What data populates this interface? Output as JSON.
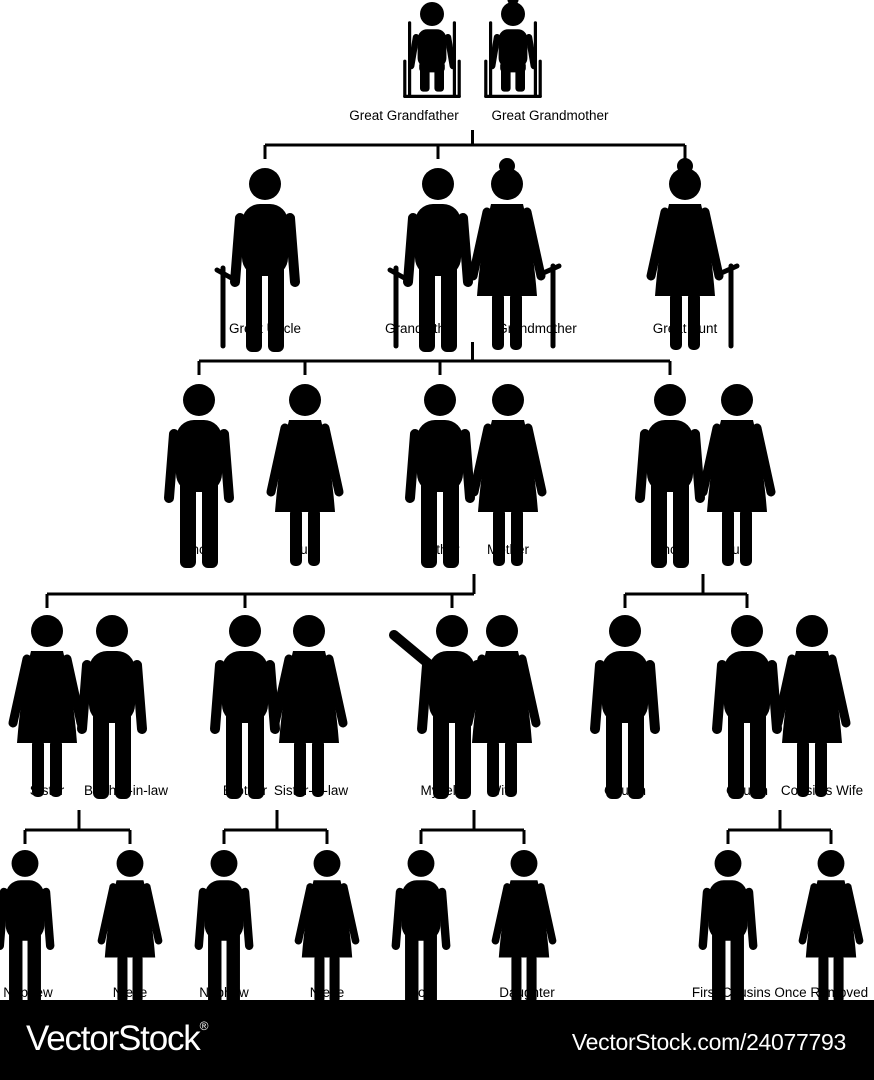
{
  "colors": {
    "figure": "#000000",
    "line": "#000000",
    "label": "#000000",
    "background": "#ffffff",
    "footer_background": "#000000",
    "footer_text": "#ffffff"
  },
  "generations": [
    {
      "name": "great-grandparents",
      "members": [
        {
          "id": "great-grandfather",
          "label": "Great Grandfather",
          "icon": "elderly-man-wheelchair-icon"
        },
        {
          "id": "great-grandmother",
          "label": "Great Grandmother",
          "icon": "elderly-woman-wheelchair-icon"
        }
      ]
    },
    {
      "name": "grandparents",
      "members": [
        {
          "id": "great-uncle",
          "label": "Great Uncle",
          "icon": "elderly-man-cane-icon"
        },
        {
          "id": "grandfather",
          "label": "Grandfather",
          "icon": "elderly-man-cane-icon"
        },
        {
          "id": "grandmother",
          "label": "Grandmother",
          "icon": "elderly-woman-cane-icon"
        },
        {
          "id": "great-aunt",
          "label": "Great Aunt",
          "icon": "elderly-woman-cane-icon"
        }
      ]
    },
    {
      "name": "parents",
      "members": [
        {
          "id": "uncle-1",
          "label": "Uncle",
          "icon": "man-icon"
        },
        {
          "id": "aunt-1",
          "label": "Aunt",
          "icon": "woman-icon"
        },
        {
          "id": "father",
          "label": "Father",
          "icon": "man-icon"
        },
        {
          "id": "mother",
          "label": "Mother",
          "icon": "woman-icon"
        },
        {
          "id": "uncle-2",
          "label": "Uncle",
          "icon": "man-icon"
        },
        {
          "id": "aunt-2",
          "label": "Aunt",
          "icon": "woman-icon"
        }
      ]
    },
    {
      "name": "siblings-and-cousins",
      "members": [
        {
          "id": "sister",
          "label": "Sister",
          "icon": "woman-icon"
        },
        {
          "id": "brother-in-law",
          "label": "Brother-in-law",
          "icon": "man-icon"
        },
        {
          "id": "brother",
          "label": "Brother",
          "icon": "man-icon"
        },
        {
          "id": "sister-in-law",
          "label": "Sister-in-law",
          "icon": "woman-icon"
        },
        {
          "id": "myself",
          "label": "Myself",
          "icon": "man-waving-icon"
        },
        {
          "id": "wife",
          "label": "Wife",
          "icon": "woman-icon"
        },
        {
          "id": "cousin-1",
          "label": "Cousin",
          "icon": "man-icon"
        },
        {
          "id": "cousin-2",
          "label": "Cousin",
          "icon": "man-icon"
        },
        {
          "id": "cousins-wife",
          "label": "Cousin’s Wife",
          "icon": "woman-icon"
        }
      ]
    },
    {
      "name": "children",
      "members": [
        {
          "id": "nephew-1",
          "label": "Nephew",
          "icon": "boy-icon"
        },
        {
          "id": "niece-1",
          "label": "Niece",
          "icon": "girl-icon"
        },
        {
          "id": "nephew-2",
          "label": "Nephew",
          "icon": "boy-icon"
        },
        {
          "id": "niece-2",
          "label": "Niece",
          "icon": "girl-icon"
        },
        {
          "id": "son",
          "label": "Son",
          "icon": "boy-icon"
        },
        {
          "id": "daughter",
          "label": "Daughter",
          "icon": "girl-icon"
        },
        {
          "id": "first-cousin-once-removed-boy",
          "label": "",
          "icon": "boy-icon"
        },
        {
          "id": "first-cousin-once-removed-girl",
          "label": "",
          "icon": "girl-icon"
        }
      ]
    }
  ],
  "group_labels": {
    "first_cousins_once_removed": "First Cousins Once Removed"
  },
  "relations": [
    {
      "couple": [
        "great-grandfather",
        "great-grandmother"
      ],
      "children": [
        "great-uncle",
        "grandfather",
        "great-aunt"
      ]
    },
    {
      "couple": [
        "grandfather",
        "grandmother"
      ],
      "children": [
        "uncle-1",
        "aunt-1",
        "father",
        "uncle-2"
      ]
    },
    {
      "couple": [
        "father",
        "mother"
      ],
      "children": [
        "sister",
        "brother",
        "myself"
      ]
    },
    {
      "couple": [
        "uncle-2",
        "aunt-2"
      ],
      "children": [
        "cousin-1",
        "cousin-2"
      ]
    },
    {
      "couple": [
        "sister",
        "brother-in-law"
      ],
      "children": [
        "nephew-1",
        "niece-1"
      ]
    },
    {
      "couple": [
        "brother",
        "sister-in-law"
      ],
      "children": [
        "nephew-2",
        "niece-2"
      ]
    },
    {
      "couple": [
        "myself",
        "wife"
      ],
      "children": [
        "son",
        "daughter"
      ]
    },
    {
      "couple": [
        "cousin-2",
        "cousins-wife"
      ],
      "children": [
        "first-cousin-once-removed-boy",
        "first-cousin-once-removed-girl"
      ]
    }
  ],
  "footer": {
    "brand": "VectorStock",
    "registered_mark": "®",
    "stock_id": "VectorStock.com/24077793"
  }
}
